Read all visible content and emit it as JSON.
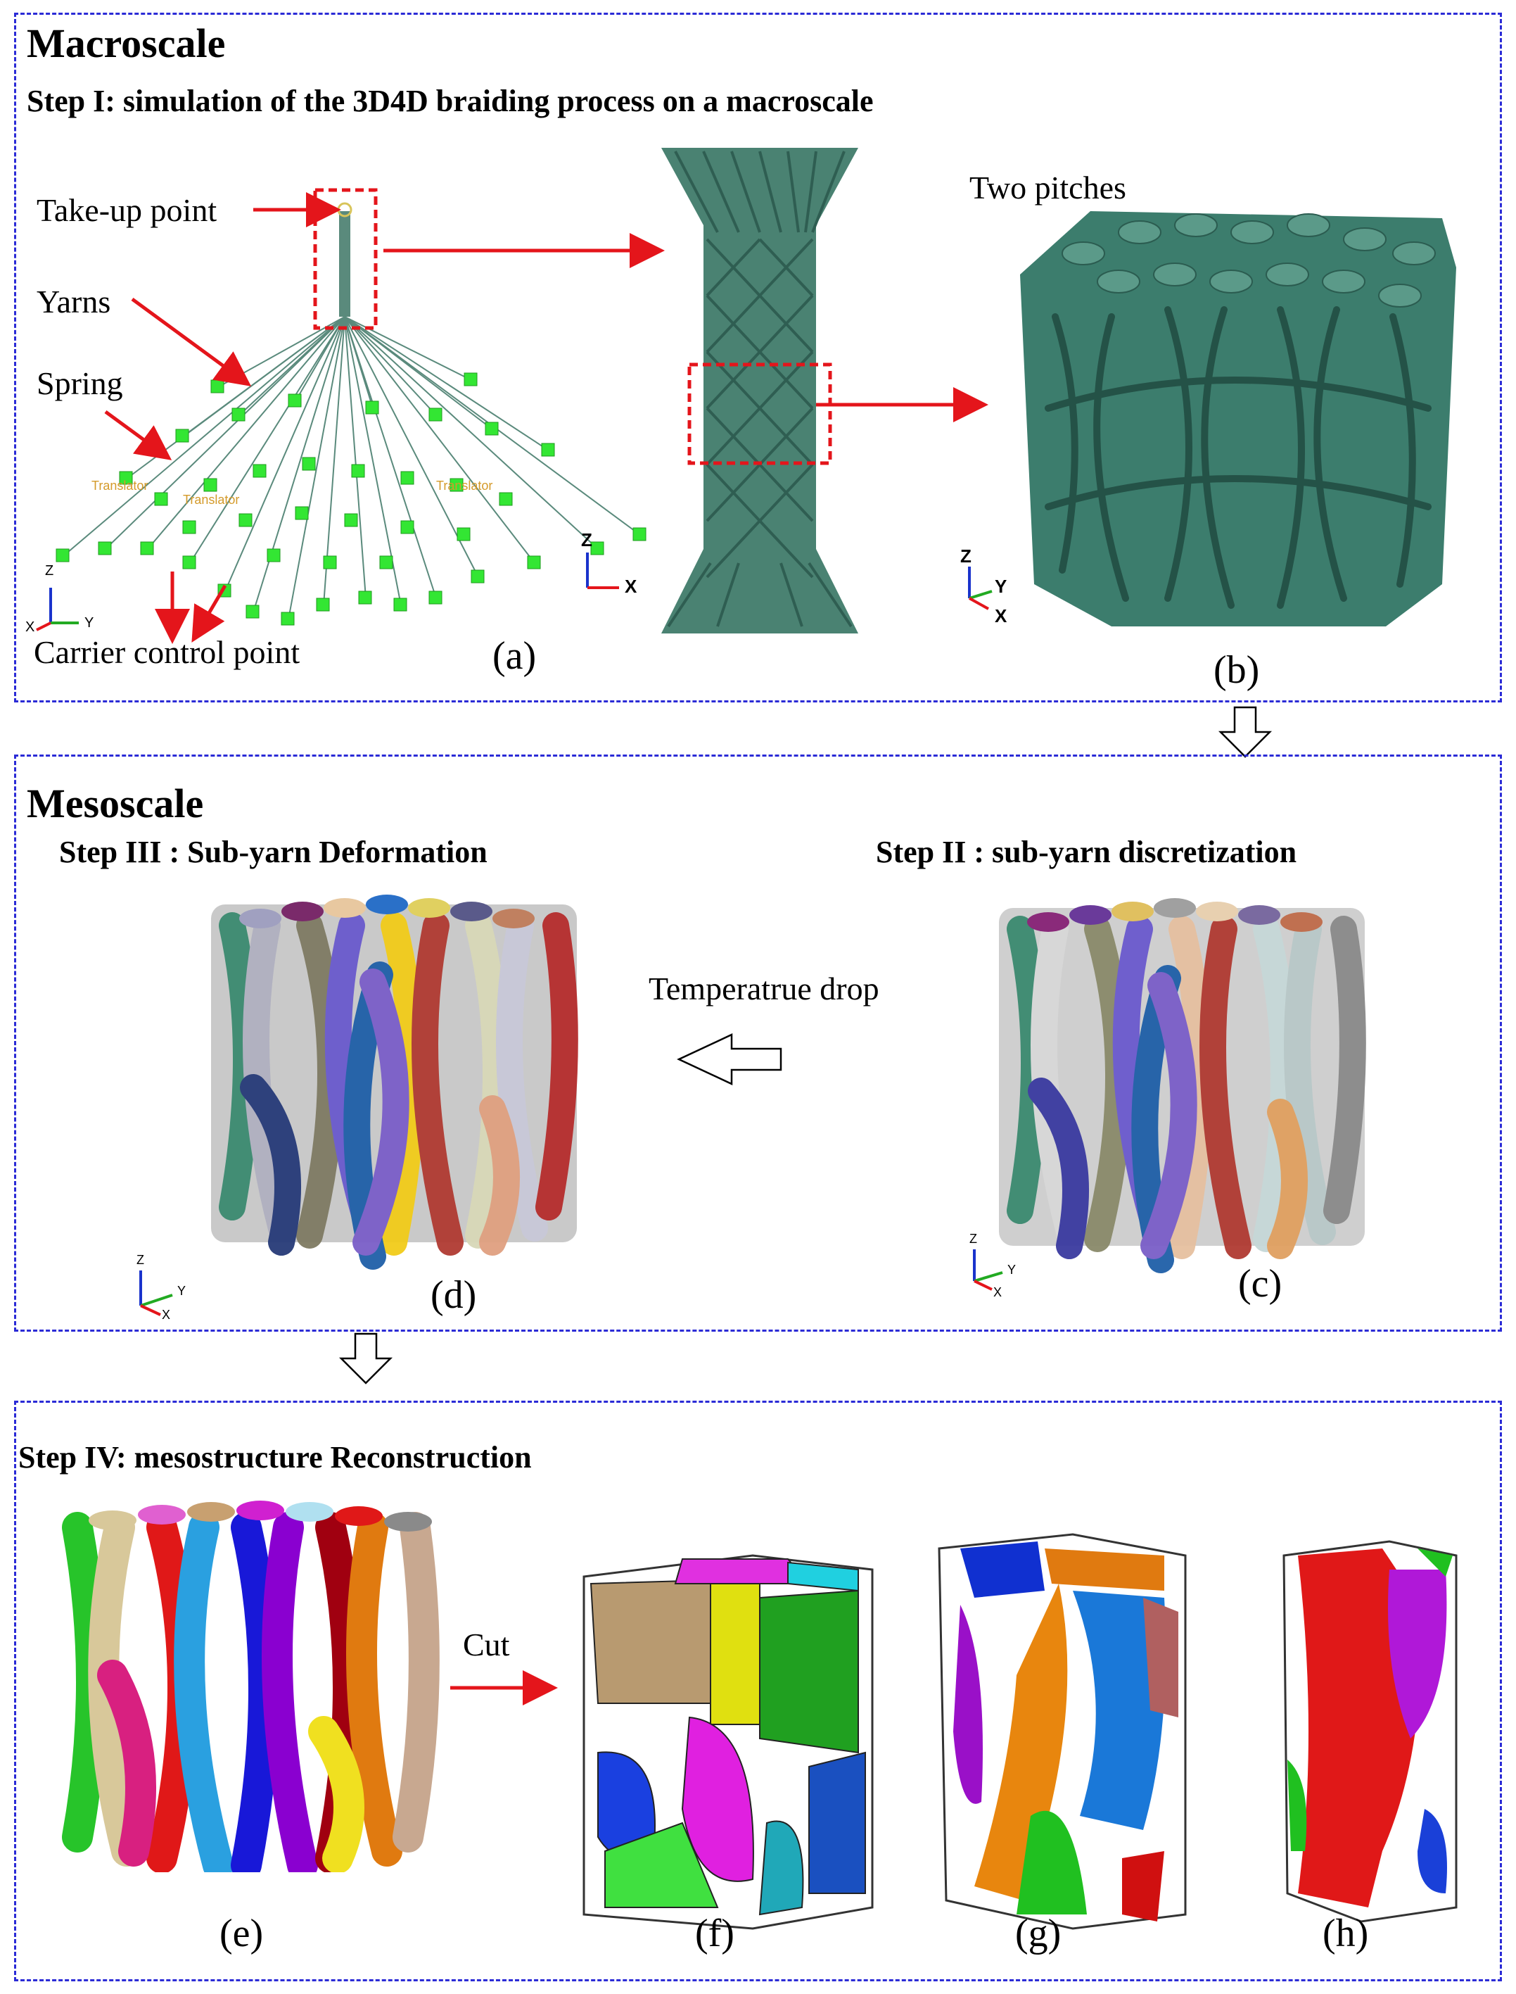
{
  "macro": {
    "title": "Macroscale",
    "step": "Step I:  simulation of the 3D4D braiding process on a macroscale",
    "labels": {
      "takeup": "Take-up point",
      "yarns": "Yarns",
      "spring": "Spring",
      "carrier": "Carrier control point",
      "pitches": "Two pitches",
      "translator": "Translator"
    },
    "axes_a": {
      "z": "Z",
      "x": "X",
      "y": "Y"
    },
    "axes_a2": {
      "z": "Z",
      "x": "X"
    },
    "axes_b": {
      "z": "Z",
      "y": "Y",
      "x": "X"
    },
    "caption_a": "(a)",
    "caption_b": "(b)"
  },
  "meso": {
    "title": "Mesoscale",
    "step3": "Step III : Sub-yarn Deformation",
    "step2": "Step II : sub-yarn discretization",
    "temp": "Temperatrue drop",
    "caption_d": "(d)",
    "caption_c": "(c)",
    "axes": {
      "z": "Z",
      "y": "Y",
      "x": "X"
    }
  },
  "recon": {
    "step": "Step IV:   mesostructure Reconstruction",
    "cut": "Cut",
    "captions": [
      "(e)",
      "(f)",
      "(g)",
      "(h)"
    ]
  },
  "colors": {
    "panel_border": "#2b2bd6",
    "arrow_red": "#e4151b",
    "yarn_green": "#3c7d6d",
    "node_green": "#33e633"
  }
}
